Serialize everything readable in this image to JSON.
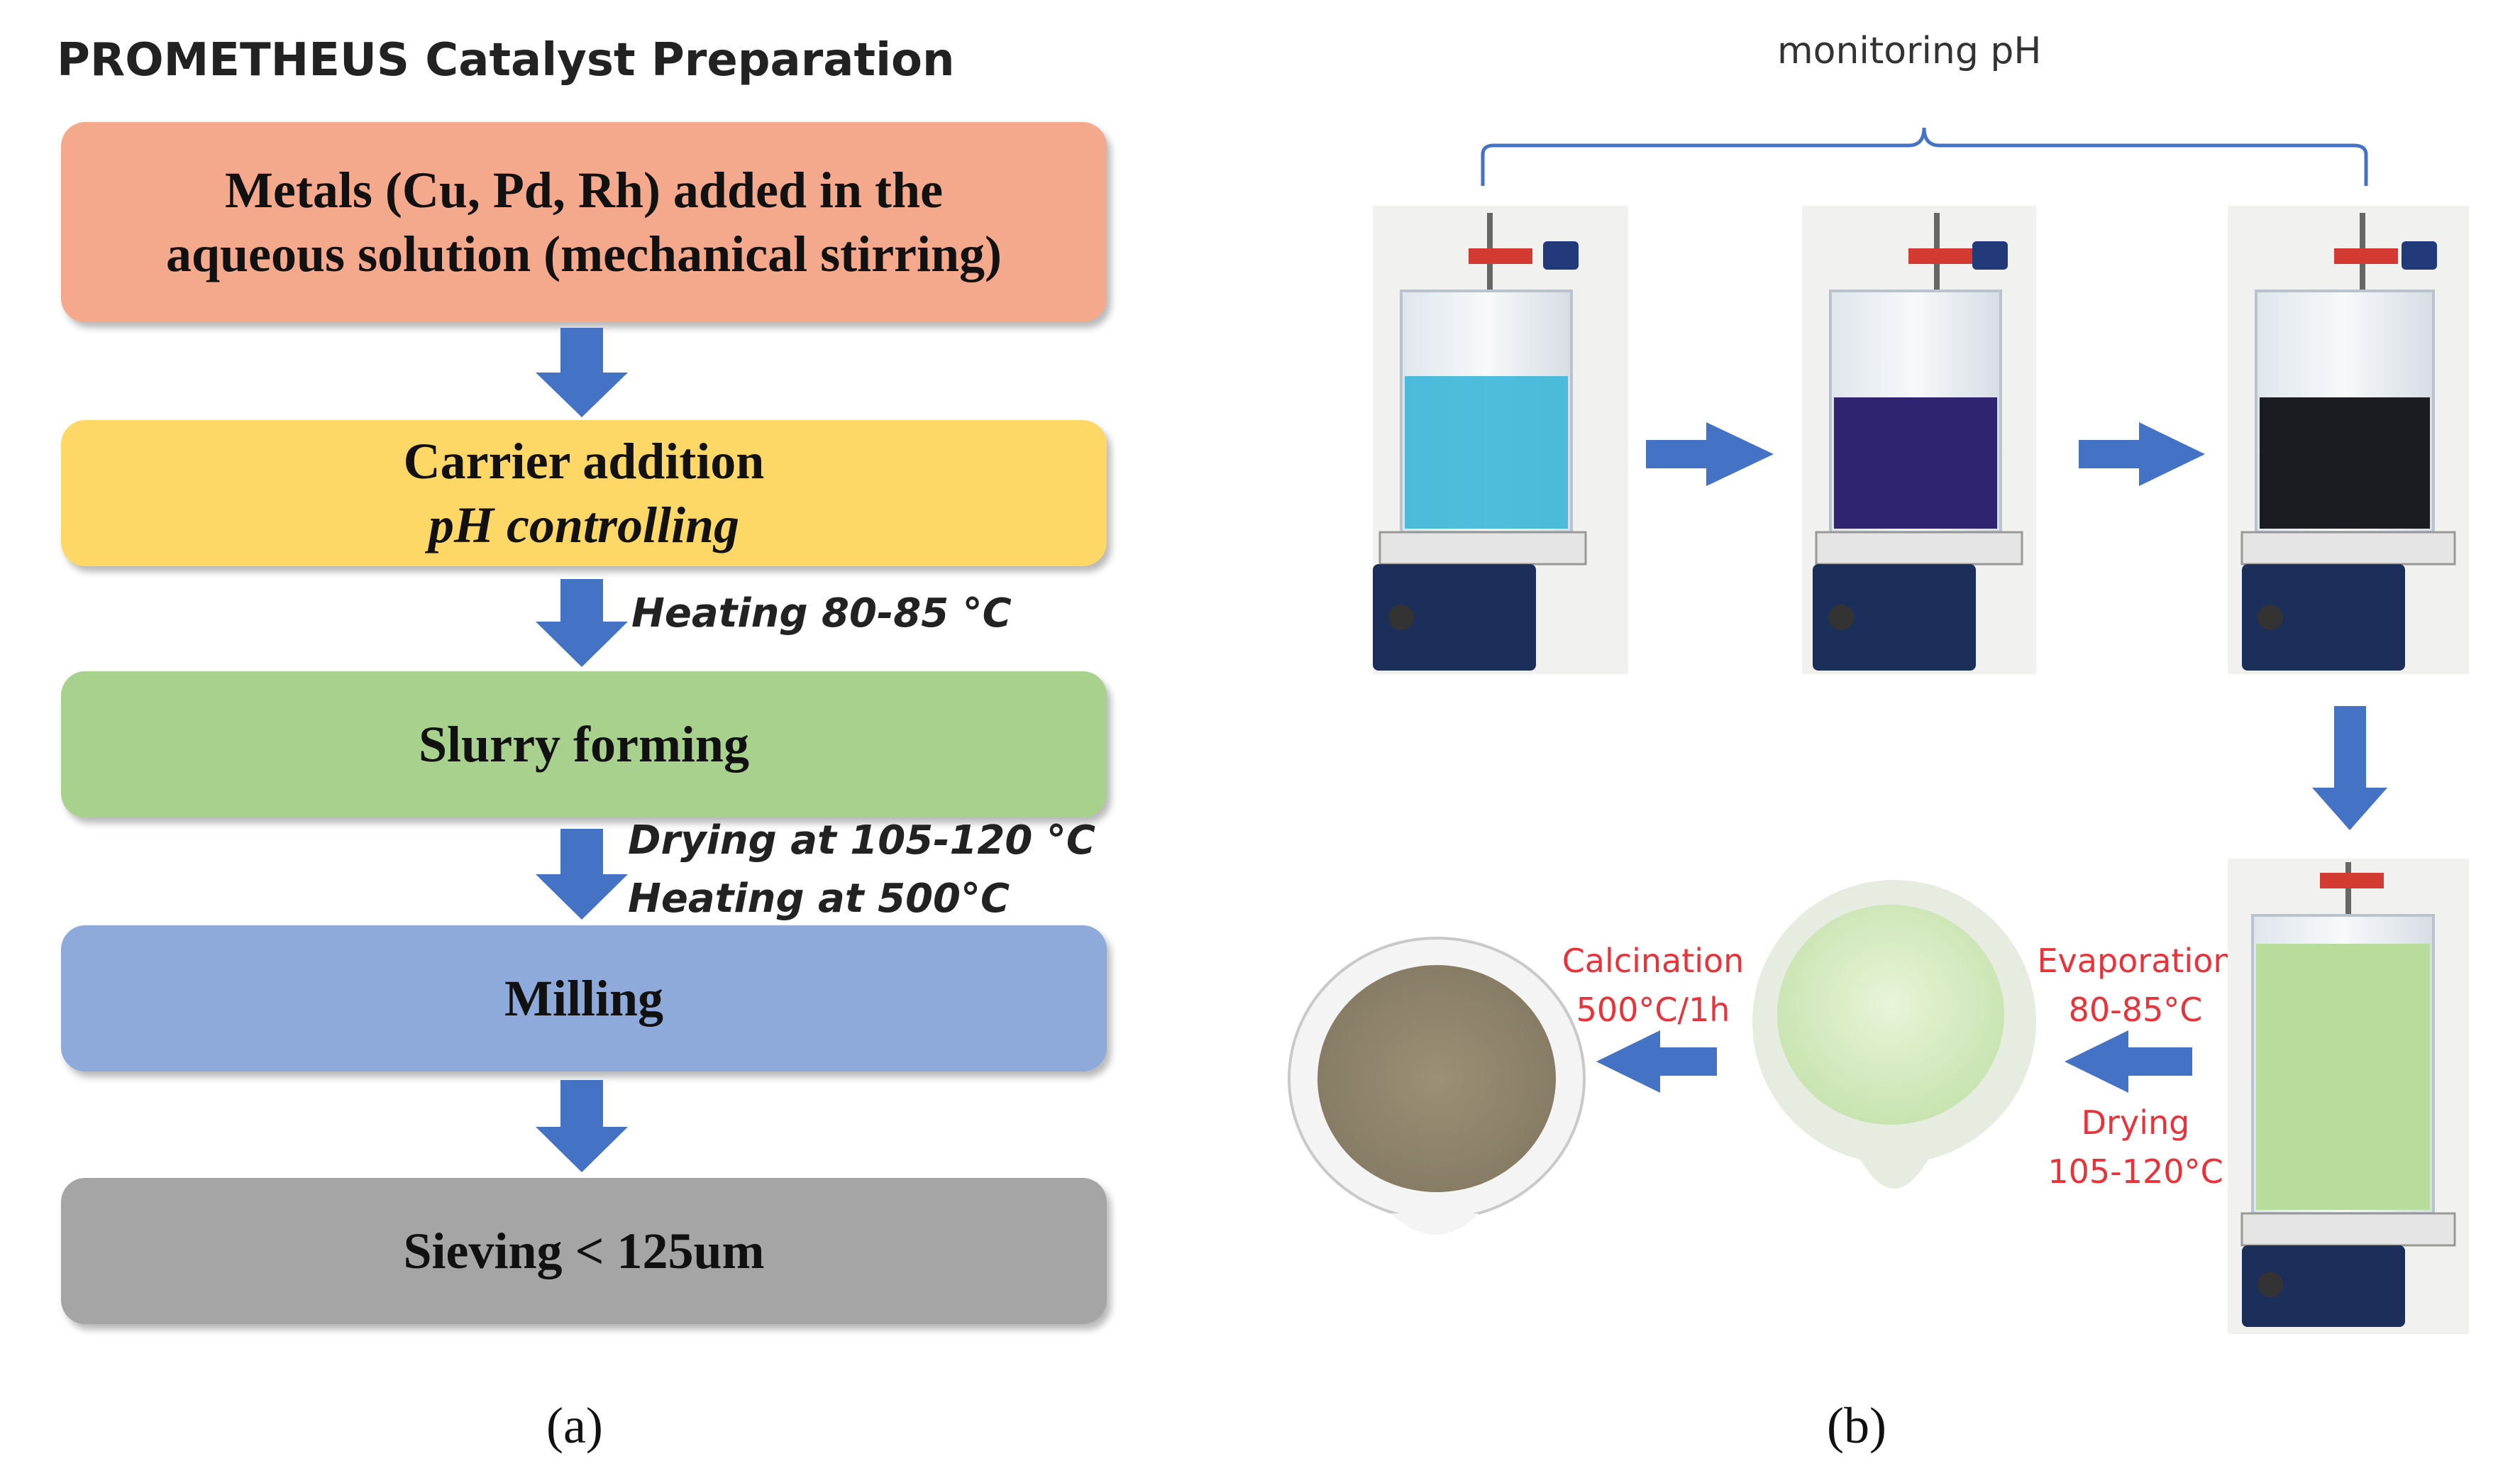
{
  "panel_a": {
    "title": "PROMETHEUS Catalyst Preparation",
    "steps": [
      {
        "line1": "Metals (Cu, Pd, Rh) added in the",
        "line2": "aqueous solution (mechanical stirring)"
      },
      {
        "line1": "Carrier addition",
        "line2": "pH controlling"
      },
      {
        "line1": "Slurry forming"
      },
      {
        "line1": "Milling"
      },
      {
        "line1": "Sieving < 125um"
      }
    ],
    "notes": {
      "heating": "Heating 80-85 °C",
      "drying": "Drying at 105-120 °C",
      "heating500": "Heating at 500°C"
    },
    "label": "(a)"
  },
  "panel_b": {
    "monitoring": "monitoring pH",
    "evaporation": [
      "Evaporation",
      "80-85°C"
    ],
    "drying": [
      "Drying",
      "105-120°C"
    ],
    "calcination": [
      "Calcination",
      "500°C/1h"
    ],
    "label": "(b)"
  },
  "colors": {
    "arrow": "#4472c4",
    "bracket": "#4472c4",
    "red_text": "#e8333b",
    "step1": "#f5a98c",
    "step2": "#fed866",
    "step3": "#a9d18e",
    "step4": "#8eaadb",
    "step5": "#a5a5a5"
  }
}
